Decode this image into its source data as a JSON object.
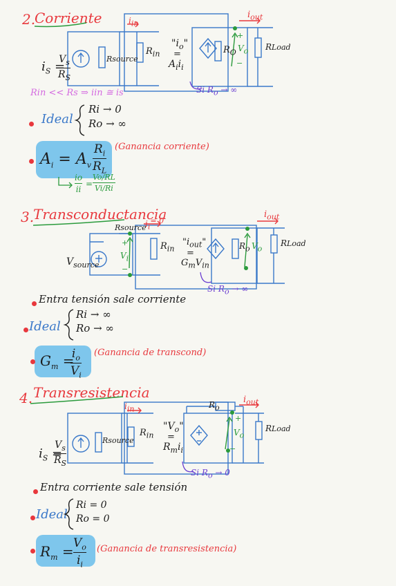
{
  "sections": [
    {
      "number": "2.",
      "title": "Corriente",
      "source_eq": {
        "lhs": "i",
        "lhs_sub": "S",
        "num": "V",
        "num_sub": "s",
        "den": "R",
        "den_sub": "S"
      },
      "labels": {
        "source_r": "R",
        "source_r_sub": "source",
        "rin": "R",
        "rin_sub": "in",
        "iin": "i",
        "iin_sub": "in",
        "quote_var": "i",
        "quote_sub": "o",
        "dep_coef": "A",
        "dep_coef_sub": "i",
        "dep_var": "i",
        "dep_var_sub": "i",
        "ro": "R",
        "ro_sub": "O",
        "vo": "V",
        "vo_sub": "o",
        "iout": "i",
        "iout_sub": "out",
        "rload": "R",
        "rload_sub": "Load",
        "plus": "+",
        "minus": "−",
        "si": "Si",
        "si_cond": "R",
        "si_cond_sub": "o",
        "si_arrow": "→ ∞"
      },
      "extra_note": "R",
      "extra_note_full": "in << Rs ⇒ iin ≅ is",
      "ideal_label": "Ideal",
      "ideal_lines": [
        "Ri → 0",
        "Ro → ∞"
      ],
      "gain": {
        "lhs": "A",
        "lhs_sub": "i",
        "eq": "=",
        "coef": "A",
        "coef_sub": "v",
        "num": "R",
        "num_sub": "i",
        "den": "R",
        "den_sub": "L",
        "note": "(Ganancia corriente)",
        "derive_num": "io",
        "derive_den": "ii",
        "derive_rnum": "Vo/RL",
        "derive_rden": "Vi/Ri"
      }
    },
    {
      "number": "3.",
      "title": "Transconductancia",
      "source_eq": {
        "lhs": "V",
        "lhs_sub": "source"
      },
      "labels": {
        "source_r": "R",
        "source_r_sub": "source",
        "iin": "i",
        "iin_sub": "i",
        "iin_val": "= 0",
        "vi": "V",
        "vi_sub": "i",
        "rin": "R",
        "rin_sub": "in",
        "quote_var": "i",
        "quote_sub": "out",
        "dep_coef": "G",
        "dep_coef_sub": "m",
        "dep_var": "V",
        "dep_var_sub": "in",
        "ro": "R",
        "ro_sub": "o",
        "vo": "V",
        "vo_sub": "o",
        "iout": "i",
        "iout_sub": "out",
        "rload": "R",
        "rload_sub": "Load",
        "plus": "+",
        "minus": "−",
        "si": "Si",
        "si_cond": "R",
        "si_cond_sub": "o",
        "si_arrow": "→ ∞"
      },
      "bullet": "Entra tensión sale corriente",
      "ideal_label": "Ideal",
      "ideal_lines": [
        "Ri → ∞",
        "Ro → ∞"
      ],
      "gain": {
        "lhs": "G",
        "lhs_sub": "m",
        "eq": "=",
        "num": "i",
        "num_sub": "o",
        "den": "V",
        "den_sub": "i",
        "note": "(Ganancia de transcond)"
      }
    },
    {
      "number": "4.",
      "title": "Transresistencia",
      "source_eq": {
        "lhs": "i",
        "lhs_sub": "S",
        "num": "V",
        "num_sub": "s",
        "den": "R",
        "den_sub": "S"
      },
      "labels": {
        "source_r": "R",
        "source_r_sub": "source",
        "iin": "i",
        "iin_sub": "in",
        "rin": "R",
        "rin_sub": "in",
        "quote_var": "V",
        "quote_sub": "o",
        "dep_coef": "R",
        "dep_coef_sub": "m",
        "dep_var": "i",
        "dep_var_sub": "i",
        "ro": "R",
        "ro_sub": "o",
        "vo": "V",
        "vo_sub": "o",
        "iout": "i",
        "iout_sub": "out",
        "rload": "R",
        "rload_sub": "Load",
        "plus": "+",
        "minus": "−",
        "si": "Si",
        "si_cond": "R",
        "si_cond_sub": "o",
        "si_arrow": "→ 0"
      },
      "bullet": "Entra corriente sale tensión",
      "ideal_label": "Ideal",
      "ideal_lines": [
        "Ri = 0",
        "Ro = 0"
      ],
      "gain": {
        "lhs": "R",
        "lhs_sub": "m",
        "eq": "=",
        "num": "V",
        "num_sub": "o",
        "den": "i",
        "den_sub": "i",
        "note": "(Ganancia de transresistencia)"
      }
    }
  ],
  "colors": {
    "red": "#e8383d",
    "blue": "#3a78c9",
    "green": "#2a9a3c",
    "purple": "#6b3fd1",
    "pink": "#d46ae0",
    "highlight": "#7ec6ec",
    "ink": "#1c1c1c",
    "paper": "#f7f7f2"
  }
}
